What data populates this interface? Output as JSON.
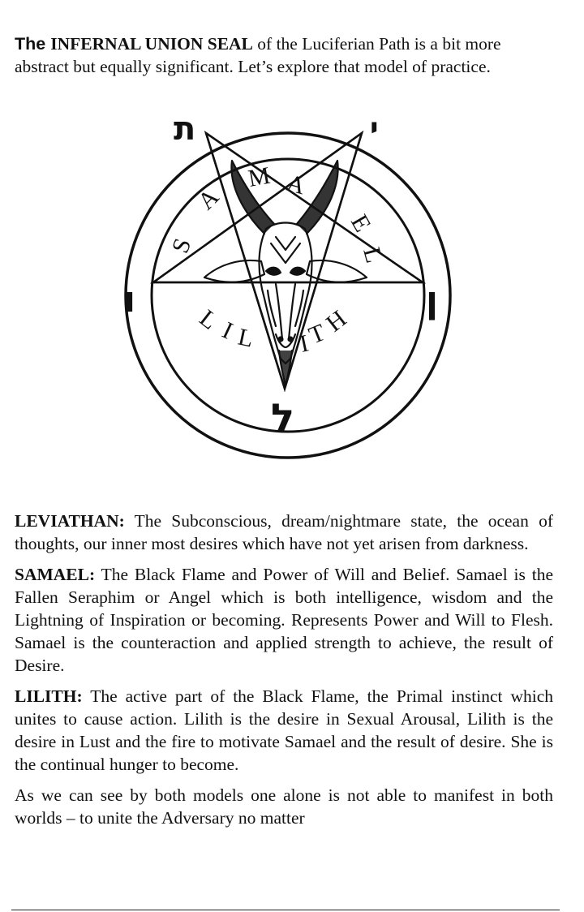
{
  "intro": {
    "lead_sans": "The ",
    "lead_bold": "INFERNAL UNION",
    "lead_sans_2": " ",
    "lead_bold_2": "SEAL",
    "rest": " of the Luciferian Path is a bit more abstract but equally significant. Let’s explore that model of practice."
  },
  "seal": {
    "outer_letters": [
      "ת",
      "י",
      "ו",
      "ל",
      "ן"
    ],
    "inner_words": {
      "samael": [
        "S",
        "A",
        "M",
        "A",
        "E",
        "L"
      ],
      "lilith": [
        "L",
        "I",
        "L",
        "I",
        "T",
        "H"
      ]
    }
  },
  "sections": [
    {
      "term": "LEVIATHAN:",
      "text": " The Subconscious, dream/nightmare state, the ocean of thoughts, our inner most desires which have not yet arisen from darkness."
    },
    {
      "term": "SAMAEL:",
      "text": " The Black Flame and Power of Will and Belief. Samael is the Fallen Seraphim or Angel which is both intelligence, wisdom and the Lightning of Inspiration or becoming. Represents Power and Will to Flesh. Samael is the counteraction and applied strength to achieve, the result of Desire."
    },
    {
      "term": "LILITH:",
      "text": " The active part of the Black Flame, the Primal instinct which unites to cause action. Lilith is the desire in Sexual Arousal, Lilith is the desire in Lust and the fire to motivate Samael and the result of desire. She is the continual hunger to become."
    }
  ],
  "closing": "As we can see by both models one alone is not able to manifest in both worlds – to unite the Adversary no matter"
}
